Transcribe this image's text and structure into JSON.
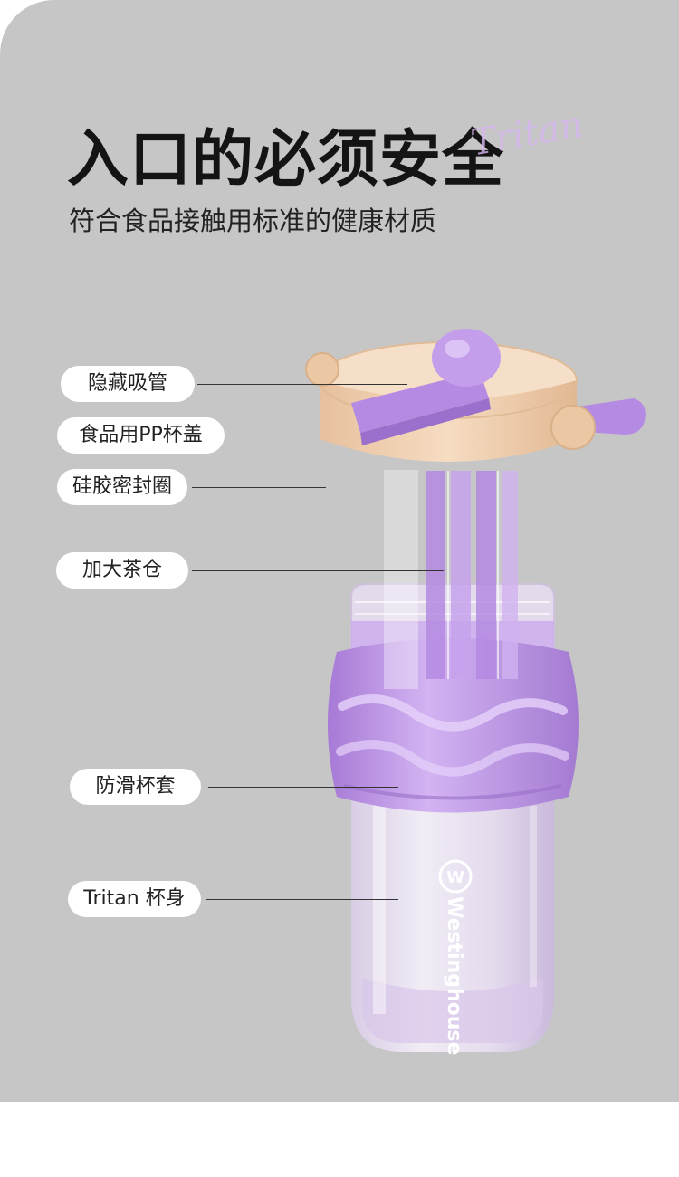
{
  "headline": {
    "title": "入口的必须安全",
    "subtitle": "符合食品接触用标准的健康材质",
    "script_word": "Tritan"
  },
  "product": {
    "brand_mark": "Westinghouse",
    "colors": {
      "lid": "#f0cfb0",
      "accent": "#b58be0",
      "sleeve": "#c49ee8",
      "body": "#e8def2"
    }
  },
  "callouts": [
    {
      "label": "隐藏吸管"
    },
    {
      "label": "食品用PP杯盖"
    },
    {
      "label": "硅胶密封圈"
    },
    {
      "label": "加大茶仓"
    },
    {
      "label": "防滑杯套"
    },
    {
      "label": "Tritan 杯身"
    }
  ]
}
